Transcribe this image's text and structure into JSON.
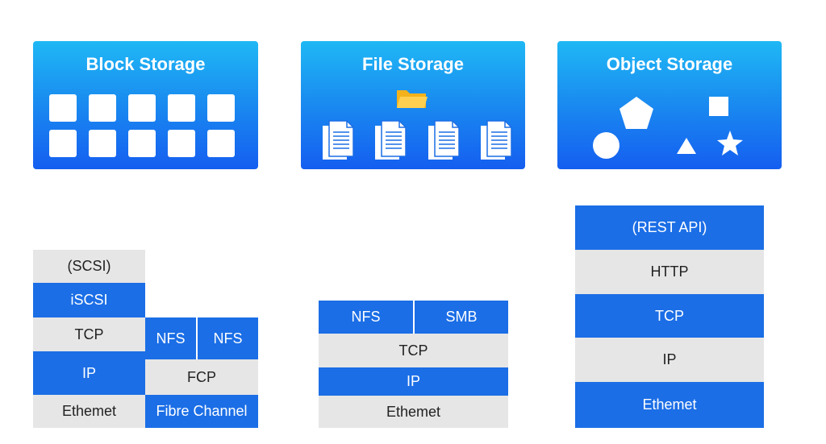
{
  "cards": {
    "block": {
      "title": "Block Storage"
    },
    "file": {
      "title": "File Storage"
    },
    "object": {
      "title": "Object Storage"
    }
  },
  "stacks": {
    "block": {
      "scsi": "(SCSI)",
      "iscsi": "iSCSI",
      "tcp": "TCP",
      "nfs_1": "NFS",
      "nfs_2": "NFS",
      "ip": "IP",
      "fcp": "FCP",
      "ethernet": "Ethemet",
      "fibre_channel": "Fibre Channel"
    },
    "file": {
      "nfs": "NFS",
      "smb": "SMB",
      "tcp": "TCP",
      "ip": "IP",
      "ethernet": "Ethemet"
    },
    "object": {
      "rest_api": "(REST API)",
      "http": "HTTP",
      "tcp": "TCP",
      "ip": "IP",
      "ethernet": "Ethemet"
    }
  },
  "colors": {
    "layer_blue": "#1b6ee6",
    "layer_gray": "#e6e6e6",
    "card_gradient_top": "#1fb8f5",
    "card_gradient_bottom": "#155ef0"
  }
}
